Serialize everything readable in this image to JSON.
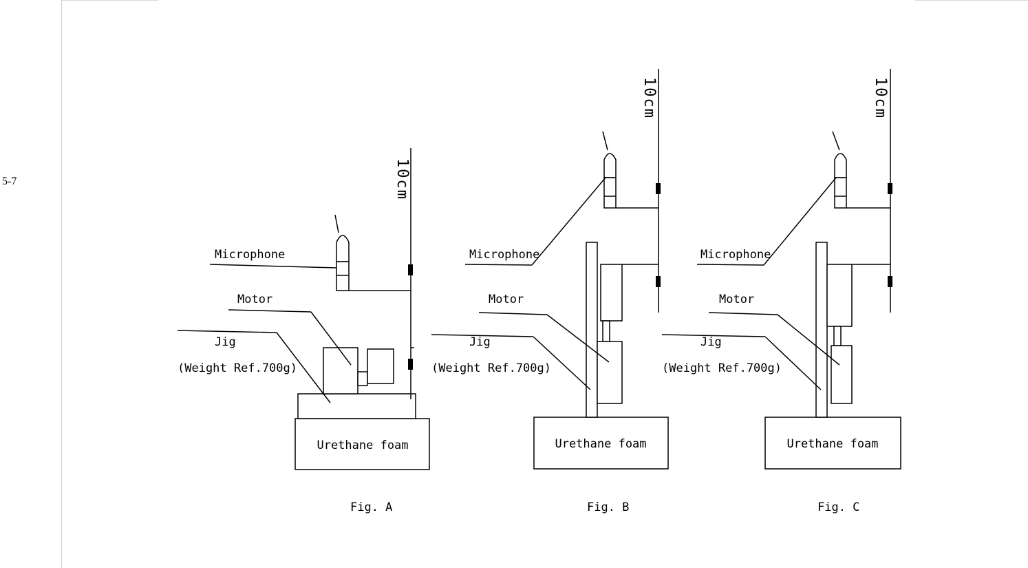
{
  "section": {
    "number": "5-7"
  },
  "figures": [
    {
      "caption": "Fig. A",
      "labels": {
        "microphone": "Microphone",
        "motor": "Motor",
        "jig": "Jig",
        "jig_weight": "(Weight Ref.700g)",
        "foam": "Urethane foam",
        "distance": "10cm"
      }
    },
    {
      "caption": "Fig. B",
      "labels": {
        "microphone": "Microphone",
        "motor": "Motor",
        "jig": "Jig",
        "jig_weight": "(Weight Ref.700g)",
        "foam": "Urethane foam",
        "distance": "10cm"
      }
    },
    {
      "caption": "Fig. C",
      "labels": {
        "microphone": "Microphone",
        "motor": "Motor",
        "jig": "Jig",
        "jig_weight": "(Weight Ref.700g)",
        "foam": "Urethane foam",
        "distance": "10cm"
      }
    }
  ]
}
